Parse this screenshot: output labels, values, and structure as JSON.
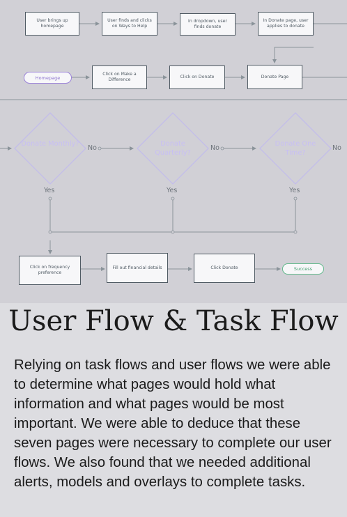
{
  "diagram": {
    "row1": {
      "box1": "User brings up homepage",
      "box2": "User finds and clicks on Ways to Help",
      "box3": "In dropdown, user finds donate",
      "box4": "In Donate page, user applies to donate"
    },
    "row2": {
      "homepage": "Homepage",
      "make_difference": "Click on Make a Difference",
      "click_donate": "Click on Donate",
      "donate_page": "Donate Page"
    },
    "decisions": {
      "monthly": "Donate Monthly?",
      "quarterly": "Donate Quarterly?",
      "one_time": "Donate One Time?",
      "no": "No",
      "yes": "Yes"
    },
    "row4": {
      "frequency": "Click on frequency preference",
      "financial": "Fill out financial details",
      "click_donate": "Click Donate",
      "success": "Success"
    },
    "colors": {
      "background": "#d1d0d6",
      "box_border": "#4f5a63",
      "accent_purple": "#9b82d9",
      "accent_green": "#5fb98a"
    }
  },
  "caption": {
    "title": "User Flow & Task Flow",
    "body": "Relying on task flows and user flows we were able to determine what pages would hold what information and what pages would be most important. We were able to deduce that these seven pages were necessary to complete our user flows. We also found that we needed additional alerts, models and overlays to complete tasks."
  }
}
